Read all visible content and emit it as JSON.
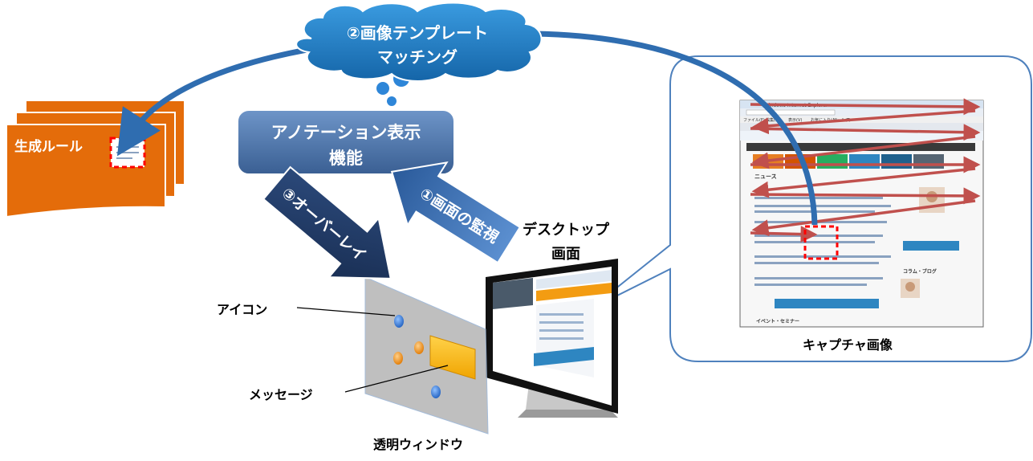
{
  "cloud": {
    "line1": "②画像テンプレート",
    "line2": "マッチング"
  },
  "rules": {
    "label": "生成ルール"
  },
  "annotation_box": {
    "line1": "アノテーション表示",
    "line2": "機能"
  },
  "arrow_monitor": {
    "label": "①画面の監視"
  },
  "arrow_overlay": {
    "label": "③オーバーレイ"
  },
  "desktop": {
    "line1": "デスクトップ",
    "line2": "画面"
  },
  "window": {
    "icon_label": "アイコン",
    "message_label": "メッセージ",
    "title": "透明ウィンドウ"
  },
  "capture": {
    "title": "キャプチャ画像",
    "browser_title": "Windows Internet Explorer",
    "menu_items": [
      "ファイル(F)",
      "編集(E)",
      "表示(V)",
      "お気に入り(A)",
      "ツール(T)"
    ],
    "section_news": "ニュース",
    "section_column": "コラム・ブログ",
    "section_events": "イベント・セミナー"
  },
  "colors": {
    "cloud": "#1e7bc4",
    "rule_orange": "#e46c0a",
    "annotation_box": "#4a73a8",
    "arrow_blue": "#2f6db0",
    "arrow_navy": "#1f3864",
    "scan_red": "#c0504d",
    "target_red": "#ff0000",
    "bubble_border": "#4f81bd"
  }
}
